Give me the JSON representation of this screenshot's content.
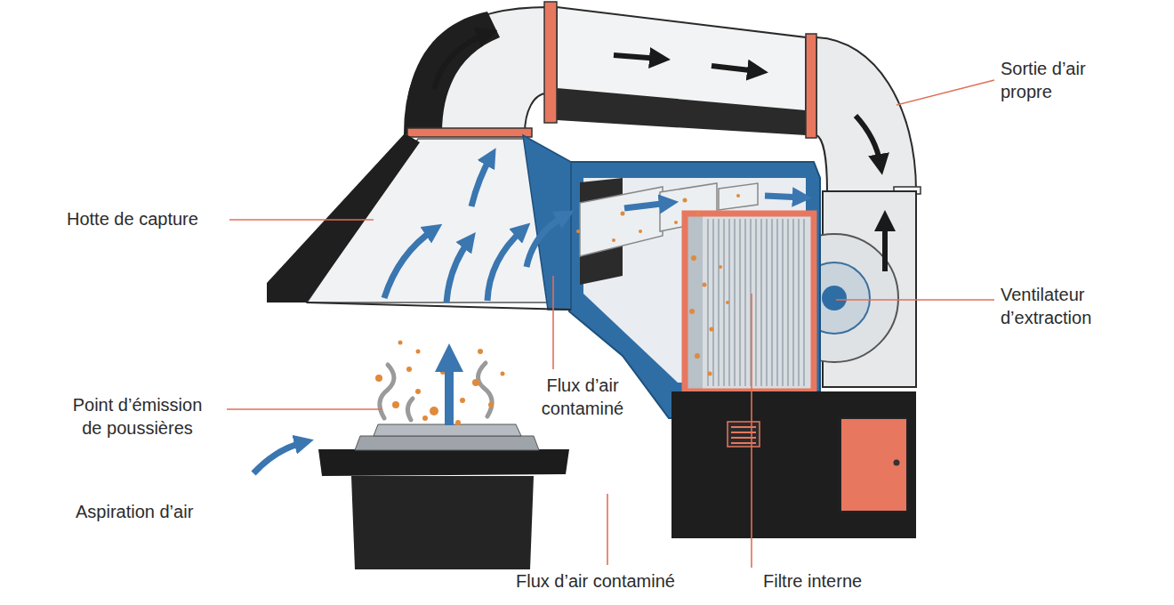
{
  "diagram": {
    "labels": [
      "Sortie d’air propre",
      "Hotte de capture",
      "Ventilateur d’extraction",
      "Flux d’air contaminé",
      "Point d’émission de poussières",
      "Aspiration d’air",
      "Flux d’air contaminé",
      "Filtre interne"
    ]
  }
}
